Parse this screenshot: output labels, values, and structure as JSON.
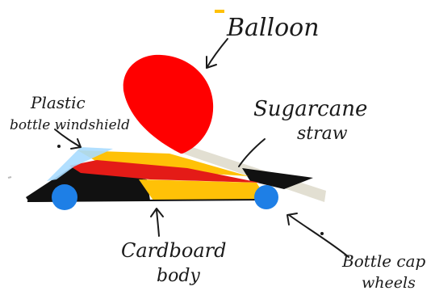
{
  "labels": {
    "balloon": "Balloon",
    "windshield_line1": "Plastic",
    "windshield_line2": "bottle windshield",
    "straw_line1": "Sugarcane",
    "straw_line2": "straw",
    "body_line1": "Cardboard",
    "body_line2": "body",
    "wheels_line1": "Bottle cap",
    "wheels_line2": "wheels"
  },
  "colors": {
    "balloon": "#ff0000",
    "body_black": "#111111",
    "body_red": "#e41b17",
    "body_yellow": "#ffc107",
    "windshield": "#a8dcff",
    "straw": "#e2dfd2",
    "wheels": "#1e7fe6",
    "ink": "#1a1a1a"
  }
}
